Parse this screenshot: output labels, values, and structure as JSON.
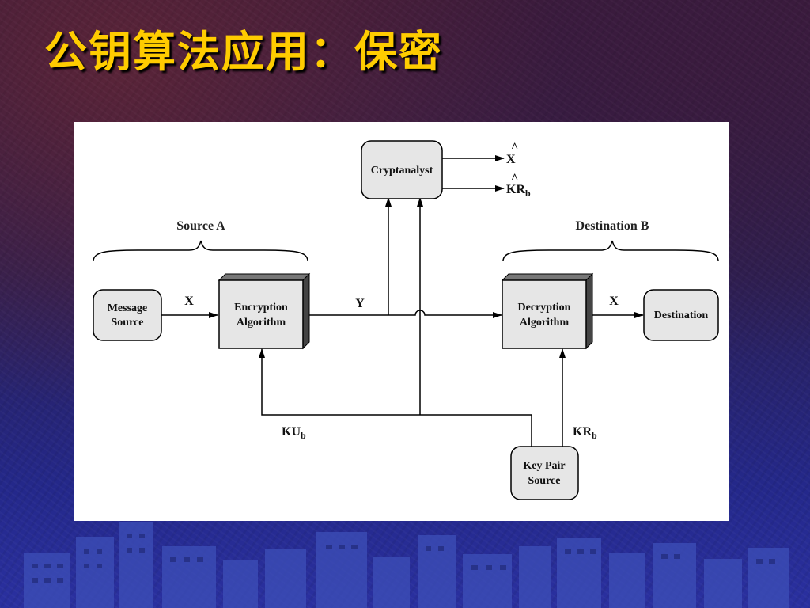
{
  "slide": {
    "title": "公钥算法应用：保密"
  },
  "diagram": {
    "nodes": {
      "message_source": [
        "Message",
        "Source"
      ],
      "encryption": [
        "Encryption",
        "Algorithm"
      ],
      "decryption": [
        "Decryption",
        "Algorithm"
      ],
      "destination": "Destination",
      "cryptanalyst": "Cryptanalyst",
      "key_pair_source": [
        "Key Pair",
        "Source"
      ]
    },
    "braces": {
      "source": "Source A",
      "destination": "Destination B"
    },
    "labels": {
      "plaintext_in": "X",
      "ciphertext": "Y",
      "plaintext_out": "X",
      "public_key": "KU",
      "public_key_sub": "b",
      "private_key": "KR",
      "private_key_sub": "b",
      "estimate_x": "X",
      "estimate_kr": "KR",
      "estimate_kr_sub": "b",
      "hat": "^"
    }
  }
}
